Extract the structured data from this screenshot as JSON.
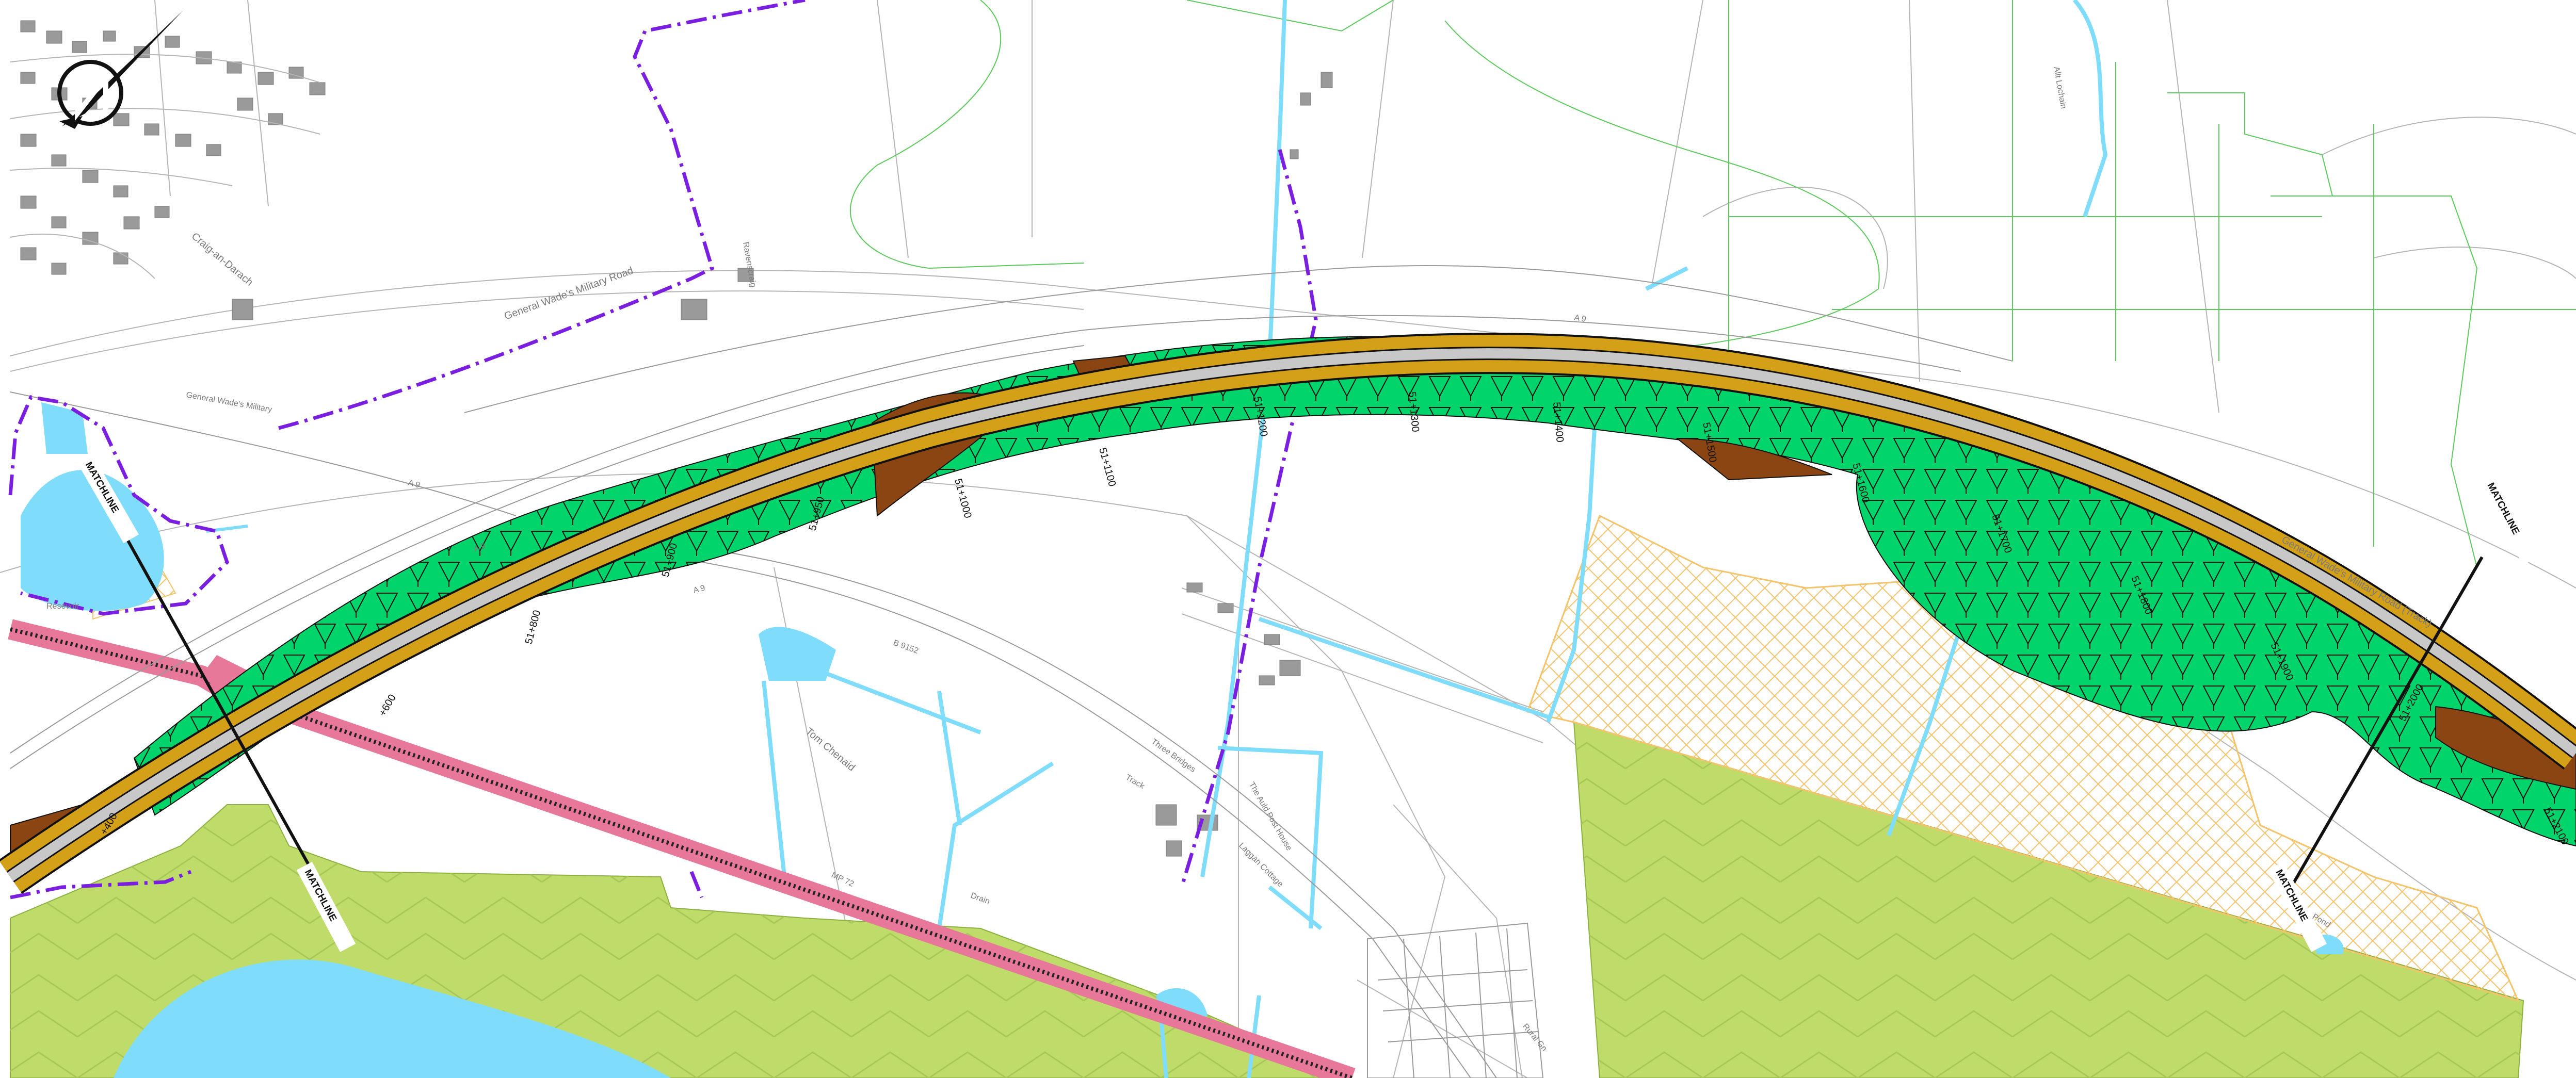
{
  "map": {
    "north_arrow": "north-arrow-icon",
    "match_line_label": "MATCHLINE",
    "road_labels": {
      "gwmr_north": "General Wade's Military Road",
      "gwmr_west": "General Wade's Military",
      "gwmr_east": "General Wade's Military Road (Track)",
      "a9_a": "A 9",
      "a9_b": "A 9",
      "a9_c": "A 9",
      "a9_d": "A 9",
      "b9152": "B 9152",
      "track": "Track"
    },
    "place_labels": {
      "craig_an_darach": "Craig-an-Darach",
      "tom_chenaid": "Tom Chenaid",
      "three_bridges": "Three Bridges",
      "allt_lochain": "Allt Lochain",
      "the_auld_post_house": "The Auld Post House",
      "laggan_cottage": "Laggan Cottage",
      "pond": "Pond",
      "ravenscraig": "Ravenscraig",
      "mp_72": "MP 72",
      "rural_gn": "Rural Gn",
      "drain": "Drain",
      "resevoir": "Resevoir"
    },
    "chainages": [
      "+400",
      "+600",
      "51+800",
      "51+900",
      "51+950",
      "51+1000",
      "51+1100",
      "51+1200",
      "51+1300",
      "51+1400",
      "51+1500",
      "51+1600",
      "51+1700",
      "51+1800",
      "51+1900",
      "51+2000",
      "51+2100"
    ],
    "colors": {
      "carriageway": "#d4a017",
      "earthworks_cut": "#8b4513",
      "earthworks_fill": "#00d46a",
      "woodland": "#bfdc6a",
      "water": "#7fdcfa",
      "railway": "#e8789a",
      "boundary": "#7a1fe0",
      "hatch": "#f4c36a",
      "field_lines": "#5bc95b"
    }
  }
}
